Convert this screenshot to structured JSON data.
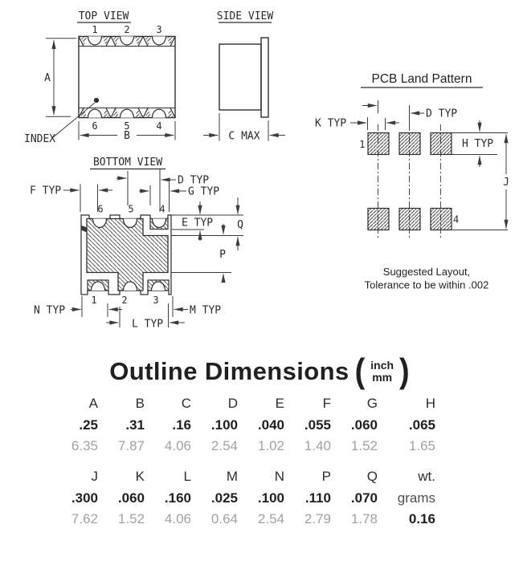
{
  "views": {
    "top": {
      "title": "TOP VIEW",
      "pins_top": [
        "1",
        "2",
        "3"
      ],
      "pins_bottom": [
        "6",
        "5",
        "4"
      ],
      "dim_a": "A",
      "dim_b": "B",
      "index_label": "INDEX"
    },
    "side": {
      "title": "SIDE VIEW",
      "dim_c": "C MAX"
    },
    "bottom": {
      "title": "BOTTOM VIEW",
      "pins_top": [
        "6",
        "5",
        "4"
      ],
      "pins_bottom": [
        "1",
        "2",
        "3"
      ],
      "dim_f": "F TYP",
      "dim_d": "D TYP",
      "dim_g": "G TYP",
      "dim_e": "E TYP",
      "dim_q": "Q",
      "dim_p": "P",
      "dim_n": "N TYP",
      "dim_l": "L TYP",
      "dim_m": "M TYP"
    },
    "land": {
      "title": "PCB Land Pattern",
      "dim_k": "K TYP",
      "dim_d": "D TYP",
      "dim_h": "H TYP",
      "dim_j": "J",
      "pin_first": "1",
      "pin_last": "4",
      "note1": "Suggested Layout,",
      "note2": "Tolerance to be within .002"
    }
  },
  "table": {
    "title": "Outline Dimensions",
    "paren_open": "(",
    "paren_close": ")",
    "unit_inch": "inch",
    "unit_mm": "mm",
    "block1": {
      "headers": [
        "A",
        "B",
        "C",
        "D",
        "E",
        "F",
        "G",
        "H"
      ],
      "inch": [
        ".25",
        ".31",
        ".16",
        ".100",
        ".040",
        ".055",
        ".060",
        ".065"
      ],
      "mm": [
        "6.35",
        "7.87",
        "4.06",
        "2.54",
        "1.02",
        "1.40",
        "1.52",
        "1.65"
      ]
    },
    "block2": {
      "headers": [
        "J",
        "K",
        "L",
        "M",
        "N",
        "P",
        "Q",
        "wt."
      ],
      "inch": [
        ".300",
        ".060",
        ".160",
        ".025",
        ".100",
        ".110",
        ".070",
        "grams"
      ],
      "mm": [
        "7.62",
        "1.52",
        "4.06",
        "0.64",
        "2.54",
        "2.79",
        "1.78",
        "0.16"
      ]
    }
  },
  "colors": {
    "ink": "#231f20",
    "dim_line": "#3c3c3f",
    "mm_gray": "#9fa1a4"
  }
}
